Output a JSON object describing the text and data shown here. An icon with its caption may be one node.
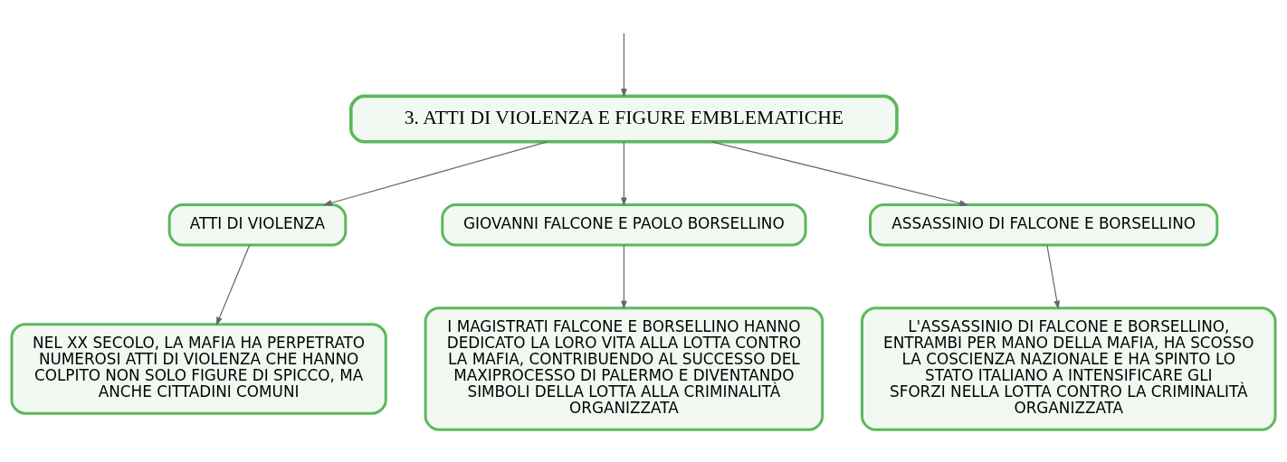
{
  "diagram": {
    "nodes": [
      {
        "text": [
          "3. ATTI DI VIOLENZA E FIGURE EMBLEMATICHE"
        ]
      },
      {
        "text": [
          "ATTI DI VIOLENZA"
        ]
      },
      {
        "text": [
          "GIOVANNI FALCONE E PAOLO BORSELLINO"
        ]
      },
      {
        "text": [
          "ASSASSINIO DI FALCONE E BORSELLINO"
        ]
      },
      {
        "text": [
          "NEL XX SECOLO, LA MAFIA HA PERPETRATO NUMEROSI ATTI DI VIOLENZA CHE HANNO COLPITO NON SOLO FIGURE DI SPICCO, MA ANCHE CITTADINI COMUNI"
        ]
      },
      {
        "text": [
          "I MAGISTRATI FALCONE E BORSELLINO HANNO DEDICATO LA LORO VITA ALLA LOTTA CONTRO LA MAFIA, CONTRIBUENDO AL SUCCESSO DEL MAXIPROCESSO DI PALERMO E DIVENTANDO SIMBOLI DELLA LOTTA ALLA CRIMINALITÀ ORGANIZZATA"
        ]
      },
      {
        "text": [
          "L'ASSASSINIO DI FALCONE E BORSELLINO, ENTRAMBI PER MANO DELLA MAFIA, HA SCOSSO LA COSCIENZA NAZIONALE E HA SPINTO LO STATO ITALIANO A INTENSIFICARE GLI SFORZI NELLA LOTTA CONTRO LA CRIMINALITÀ ORGANIZZATA"
        ]
      }
    ],
    "edges": [
      {
        "from": null,
        "to": 0,
        "arrow": "to"
      },
      {
        "from": 0,
        "to": 1,
        "arrow": "to"
      },
      {
        "from": 0,
        "to": 2,
        "arrow": "to"
      },
      {
        "from": 0,
        "to": 3,
        "arrow": "to"
      },
      {
        "from": 1,
        "to": 4,
        "arrow": "to"
      },
      {
        "from": 2,
        "to": 5,
        "arrow": "to"
      },
      {
        "from": 3,
        "to": 6,
        "arrow": "to"
      }
    ]
  }
}
